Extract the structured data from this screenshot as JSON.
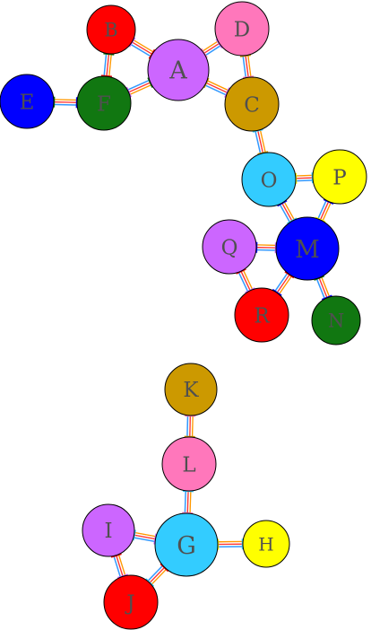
{
  "nodes": [
    {
      "id": "A",
      "label": "A",
      "color": "#cc66ff"
    },
    {
      "id": "B",
      "label": "B",
      "color": "#ff0000"
    },
    {
      "id": "C",
      "label": "C",
      "color": "#cc9900"
    },
    {
      "id": "D",
      "label": "D",
      "color": "#ff77bb"
    },
    {
      "id": "E",
      "label": "E",
      "color": "#0000ff"
    },
    {
      "id": "F",
      "label": "F",
      "color": "#117711"
    },
    {
      "id": "G",
      "label": "G",
      "color": "#33ccff"
    },
    {
      "id": "H",
      "label": "H",
      "color": "#ffff00"
    },
    {
      "id": "I",
      "label": "I",
      "color": "#cc66ff"
    },
    {
      "id": "J",
      "label": "J",
      "color": "#ff0000"
    },
    {
      "id": "K",
      "label": "K",
      "color": "#cc9900"
    },
    {
      "id": "L",
      "label": "L",
      "color": "#ff77bb"
    },
    {
      "id": "M",
      "label": "M",
      "color": "#0000ff"
    },
    {
      "id": "N",
      "label": "N",
      "color": "#117711"
    },
    {
      "id": "O",
      "label": "O",
      "color": "#33ccff"
    },
    {
      "id": "P",
      "label": "P",
      "color": "#ffff00"
    },
    {
      "id": "Q",
      "label": "Q",
      "color": "#cc66ff"
    },
    {
      "id": "R",
      "label": "R",
      "color": "#ff0000"
    }
  ],
  "edges": [
    [
      "B",
      "A"
    ],
    [
      "B",
      "F"
    ],
    [
      "A",
      "F"
    ],
    [
      "A",
      "D"
    ],
    [
      "A",
      "C"
    ],
    [
      "D",
      "C"
    ],
    [
      "E",
      "F"
    ],
    [
      "C",
      "O"
    ],
    [
      "O",
      "P"
    ],
    [
      "O",
      "M"
    ],
    [
      "P",
      "M"
    ],
    [
      "Q",
      "M"
    ],
    [
      "Q",
      "R"
    ],
    [
      "M",
      "R"
    ],
    [
      "M",
      "N"
    ],
    [
      "K",
      "L"
    ],
    [
      "L",
      "G"
    ],
    [
      "I",
      "G"
    ],
    [
      "I",
      "J"
    ],
    [
      "G",
      "J"
    ],
    [
      "G",
      "H"
    ]
  ],
  "edge_colors": [
    "#ff9900",
    "#ffffff",
    "#ff3333",
    "#ffffff",
    "#3399ff"
  ]
}
